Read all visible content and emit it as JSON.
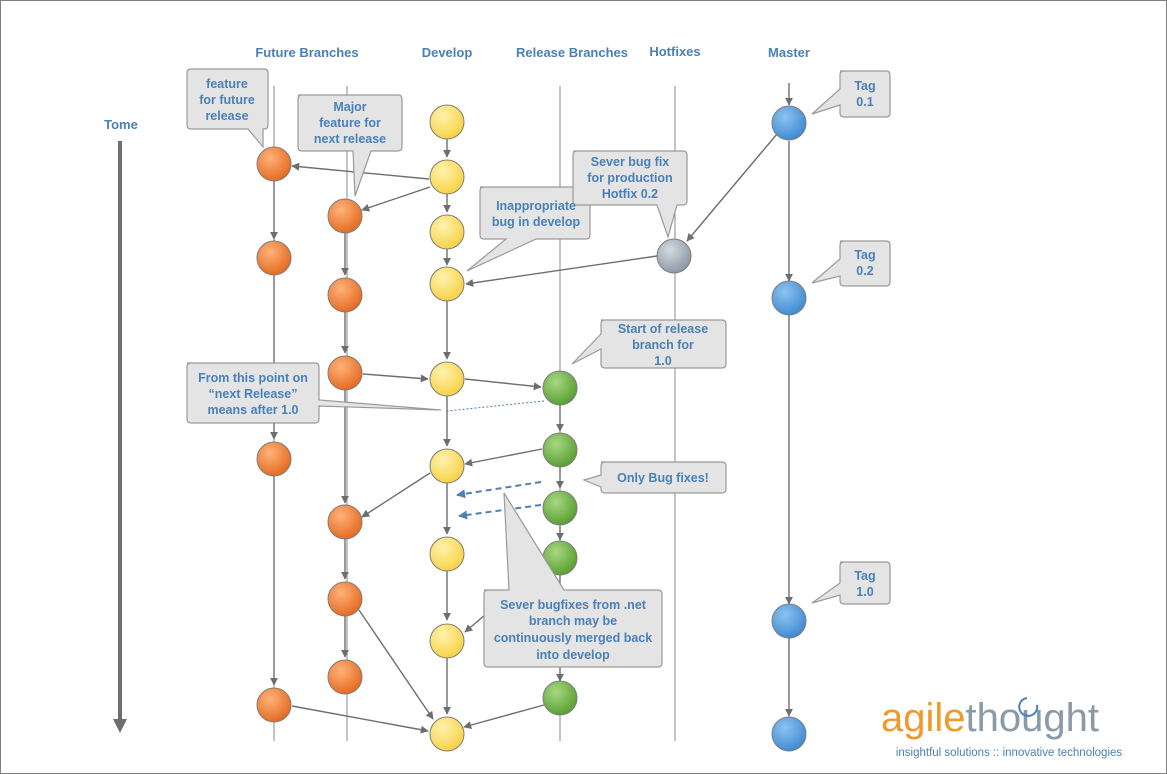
{
  "lanes": {
    "future": "Future Branches",
    "develop": "Develop",
    "release": "Release Branches",
    "hotfixes": "Hotfixes",
    "master": "Master"
  },
  "time_label": "Tome",
  "callouts": {
    "future_feature": [
      "feature",
      "for future",
      "release"
    ],
    "major_feature": [
      "Major",
      "feature for",
      "next release"
    ],
    "inappropriate_bug": [
      "Inappropriate",
      "bug in develop"
    ],
    "severe_bug": [
      "Sever bug fix",
      "for production",
      "Hotfix 0.2"
    ],
    "tag_01": [
      "Tag",
      "0.1"
    ],
    "tag_02": [
      "Tag",
      "0.2"
    ],
    "tag_10": [
      "Tag",
      "1.0"
    ],
    "start_release": [
      "Start of release",
      "branch for",
      "1.0"
    ],
    "next_release": [
      "From this point on",
      "“next Release”",
      "means after 1.0"
    ],
    "only_bug_fixes": [
      "Only Bug fixes!"
    ],
    "severe_bugfixes": [
      "Sever bugfixes from .net",
      "branch may be",
      "continuously merged back",
      "into develop"
    ]
  },
  "logo": {
    "agile": "agile",
    "thought": "thought",
    "tagline": "insightful solutions :: innovative technologies"
  },
  "colors": {
    "feature": "#ef7a21",
    "develop": "#ffd84d",
    "release": "#6aab3a",
    "hotfix": "#9aa5af",
    "master": "#3f8fd6",
    "lane_title": "#4a80b8",
    "callout_fill": "#e4e4e4",
    "callout_stroke": "#9a9a9a"
  }
}
